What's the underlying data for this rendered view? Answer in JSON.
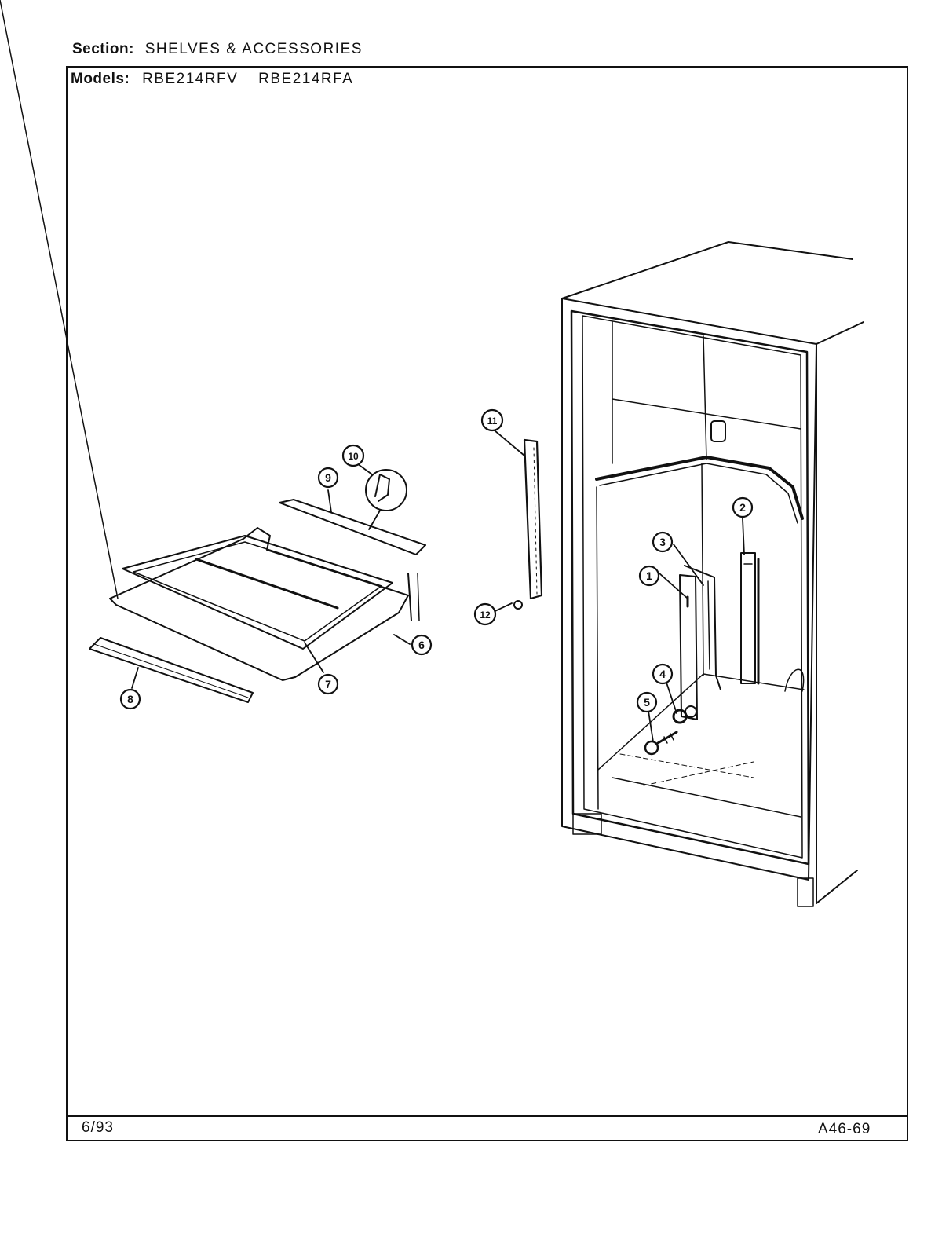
{
  "header": {
    "section_label": "Section:",
    "section_value": "SHELVES & ACCESSORIES",
    "models_label": "Models:",
    "models": [
      "RBE214RFV",
      "RBE214RFA"
    ]
  },
  "footer": {
    "date": "6/93",
    "page_code": "A46-69"
  },
  "callouts": [
    "1",
    "2",
    "3",
    "4",
    "5",
    "6",
    "7",
    "8",
    "9",
    "10",
    "11",
    "12"
  ]
}
